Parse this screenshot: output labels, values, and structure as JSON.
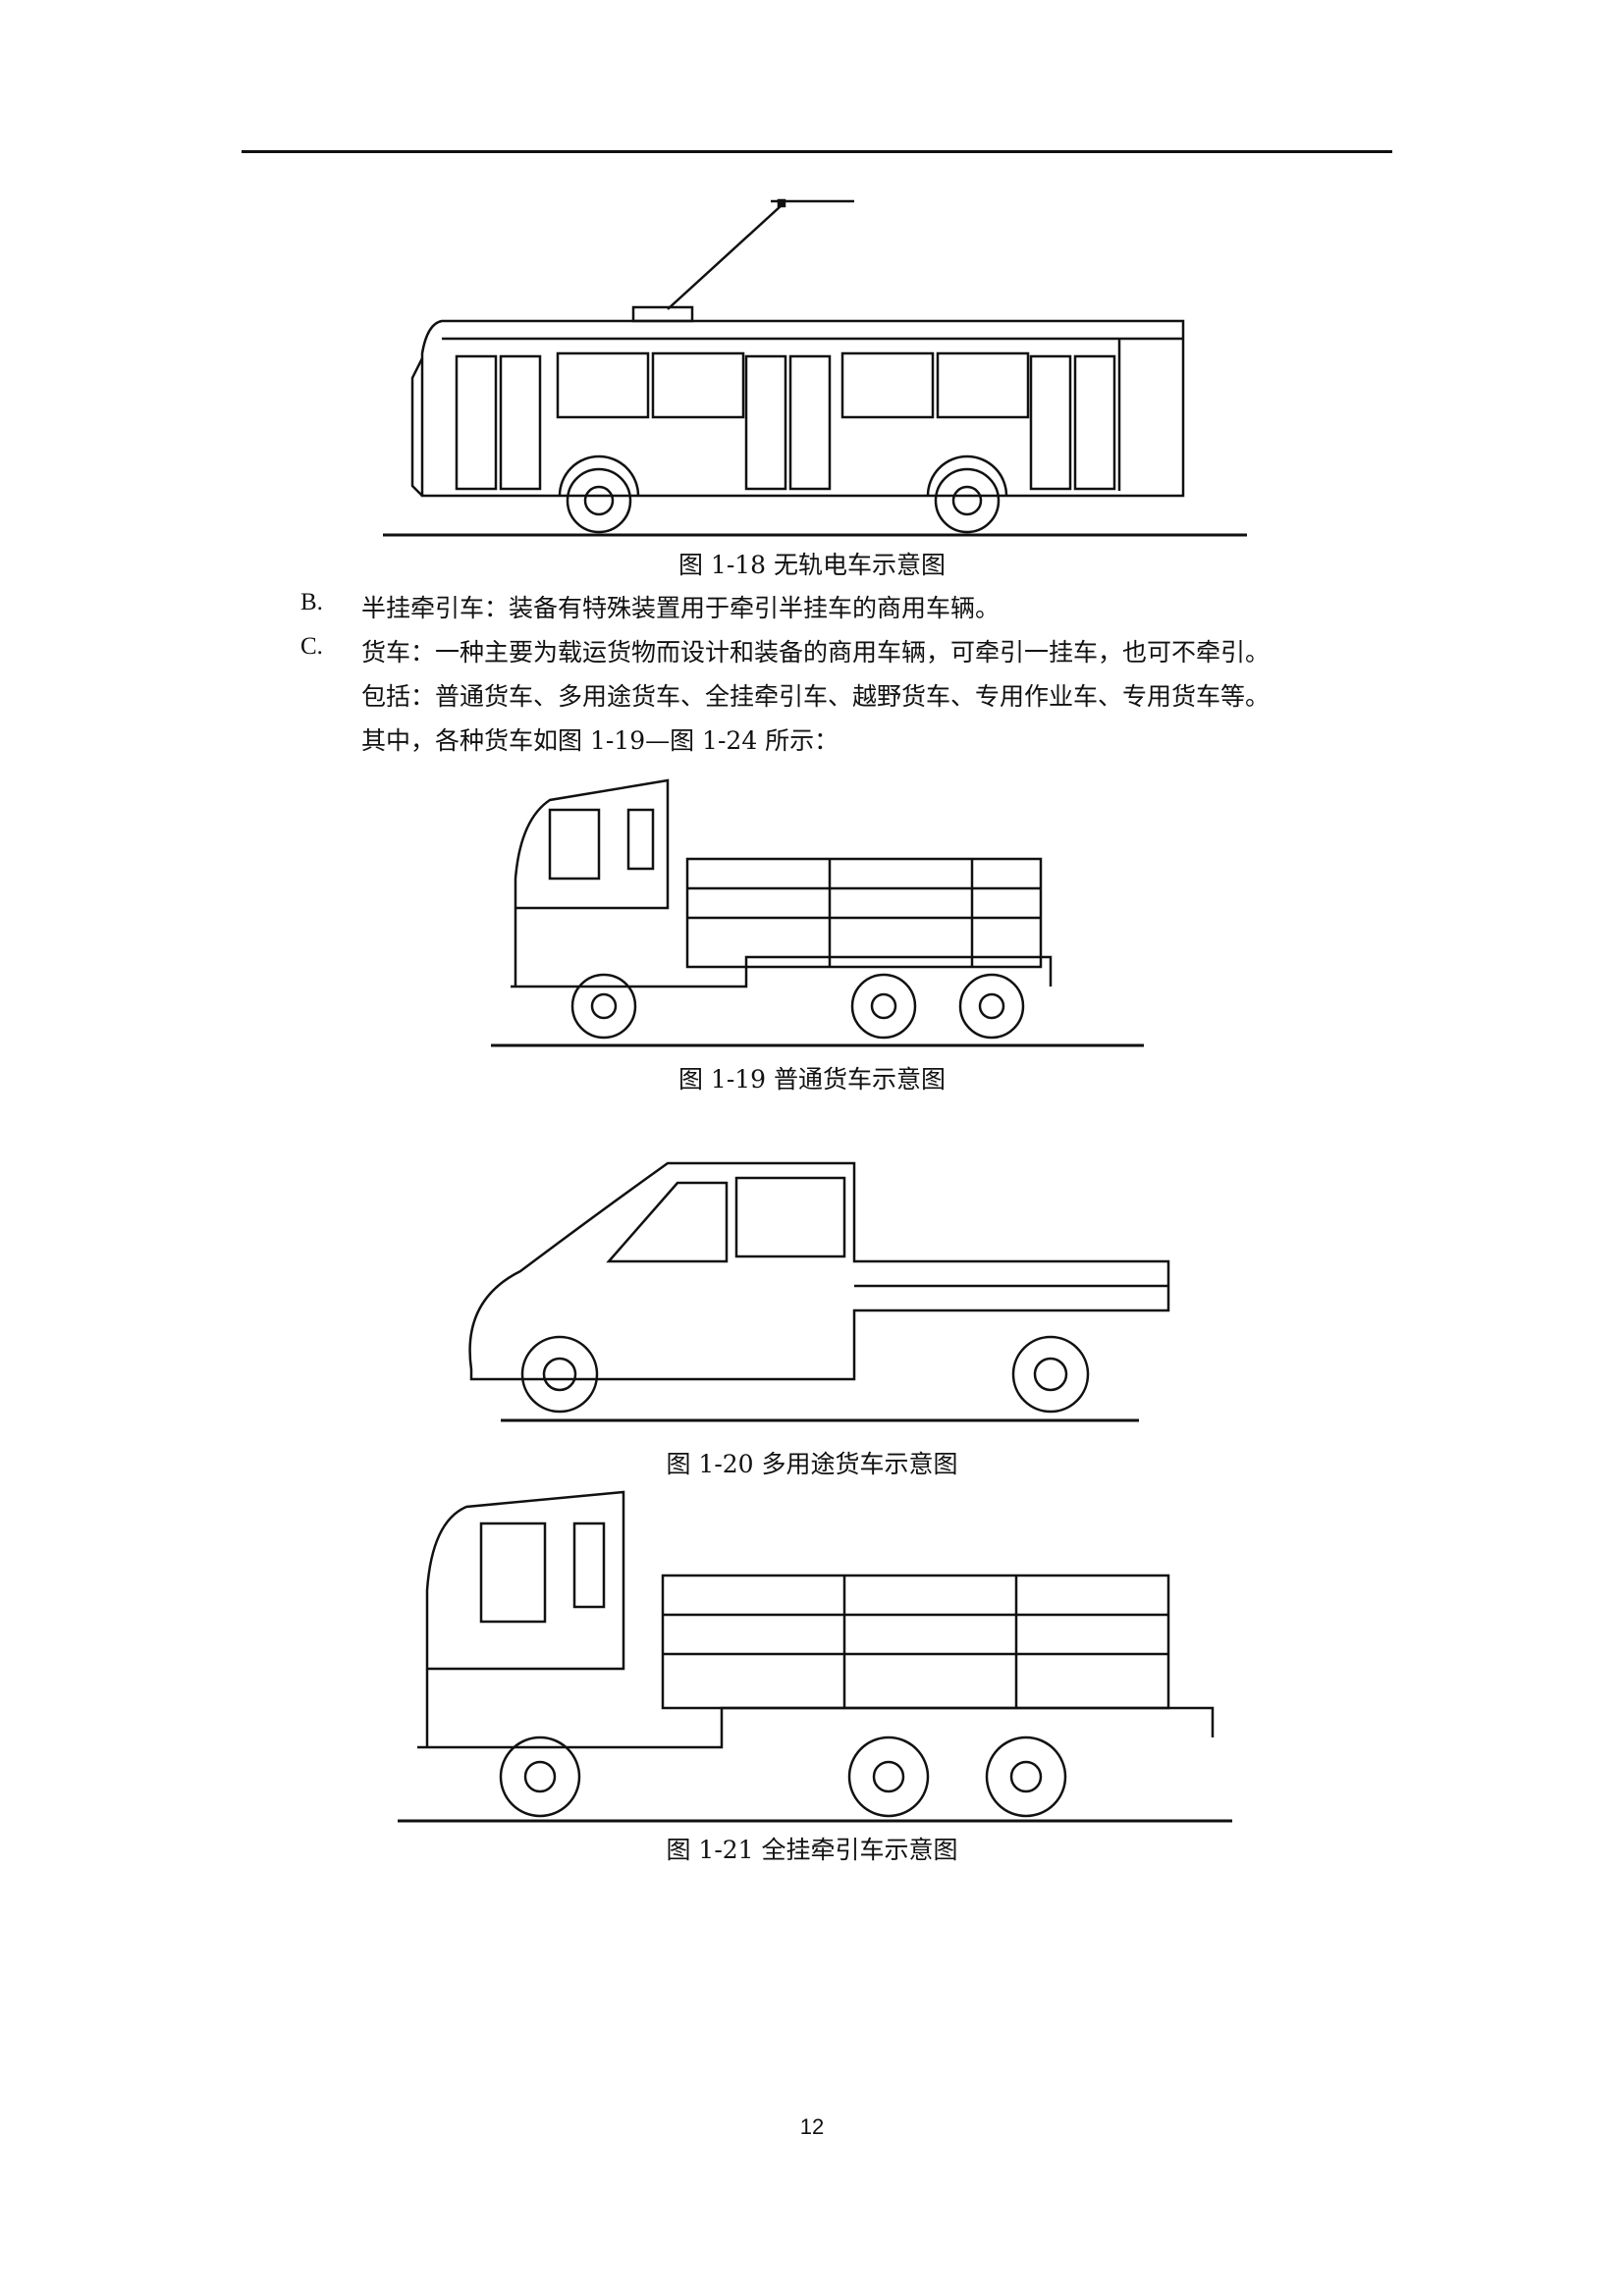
{
  "figures": [
    {
      "caption": "图 1-18  无轨电车示意图"
    },
    {
      "caption": "图 1-19  普通货车示意图"
    },
    {
      "caption": "图 1-20  多用途货车示意图"
    },
    {
      "caption": "图 1-21  全挂牵引车示意图"
    }
  ],
  "items": [
    {
      "marker": "B.",
      "lines": [
        "半挂牵引车：装备有特殊装置用于牵引半挂车的商用车辆。"
      ]
    },
    {
      "marker": "C.",
      "lines": [
        "货车：一种主要为载运货物而设计和装备的商用车辆，可牵引一挂车，也可不牵引。",
        "包括：普通货车、多用途货车、全挂牵引车、越野货车、专用作业车、专用货车等。",
        "其中，各种货车如图 1-19—图 1-24 所示："
      ]
    }
  ],
  "page_number": "12"
}
